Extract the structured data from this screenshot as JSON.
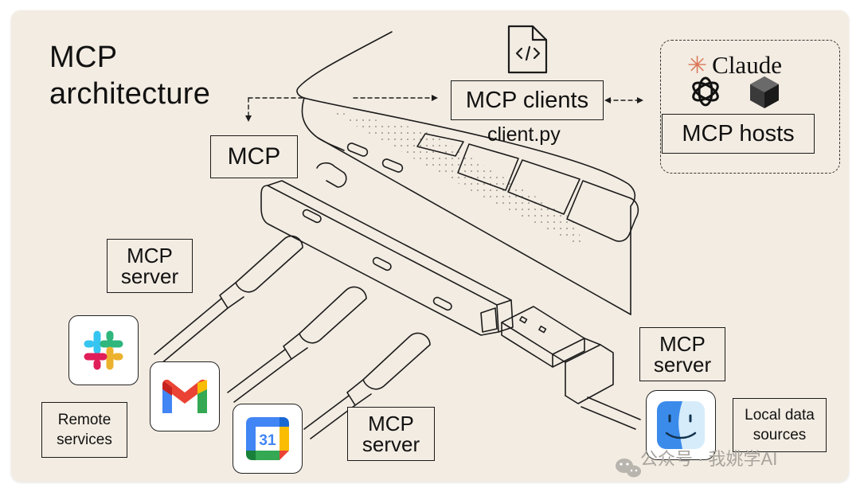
{
  "title": {
    "line1": "MCP",
    "line2": "architecture"
  },
  "labels": {
    "mcp_clients": "MCP clients",
    "client_file": "client.py",
    "mcp_hosts": "MCP hosts",
    "claude": "Claude",
    "mcp_hub": "MCP",
    "server_top_left_line1": "MCP",
    "server_top_left_line2": "server",
    "server_bottom_line1": "MCP",
    "server_bottom_line2": "server",
    "server_right_line1": "MCP",
    "server_right_line2": "server",
    "remote_services_line1": "Remote",
    "remote_services_line2": "services",
    "local_data_line1": "Local data",
    "local_data_line2": "sources",
    "gcal_day": "31"
  },
  "icons": [
    "file-code-icon",
    "claude-logo",
    "openai-logo",
    "cube-logo",
    "slack-icon",
    "gmail-icon",
    "google-calendar-icon",
    "finder-icon",
    "wechat-icon"
  ],
  "watermark": "公众号 · 我姚学AI",
  "colors": {
    "background": "#f3ece2",
    "claude_orange": "#d97757",
    "slack": [
      "#e01e5a",
      "#36c5f0",
      "#2eb67d",
      "#ecb22e"
    ],
    "gmail": [
      "#ea4335",
      "#4285f4",
      "#34a853",
      "#fbbc04"
    ],
    "gcal_blue": "#4285f4",
    "finder_blue": "#3b8beb"
  }
}
